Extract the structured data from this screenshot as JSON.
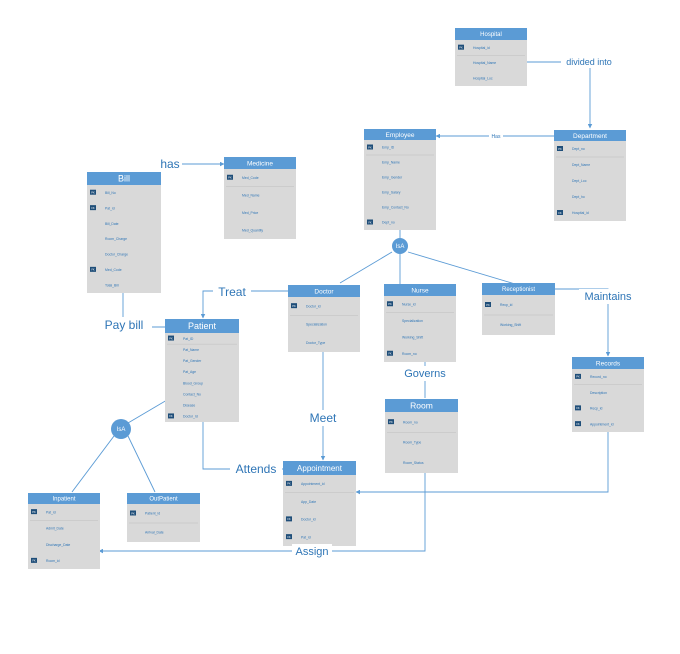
{
  "entities": [
    {
      "id": "hospital",
      "title": "Hospital",
      "attrs": [
        {
          "key": "PK",
          "text": "Hospital_id"
        },
        {
          "key": "",
          "text": "Hospital_Name"
        },
        {
          "key": "",
          "text": "Hospital_Loc"
        }
      ]
    },
    {
      "id": "department",
      "title": "Department",
      "attrs": [
        {
          "key": "PK",
          "text": "Dept_no"
        },
        {
          "key": "",
          "text": "Dept_Name"
        },
        {
          "key": "",
          "text": "Dept_Loc"
        },
        {
          "key": "",
          "text": "Dept_ho"
        },
        {
          "key": "FK",
          "text": "Hospital_id"
        }
      ]
    },
    {
      "id": "employee",
      "title": "Employee",
      "attrs": [
        {
          "key": "PK",
          "text": "Emp_ID"
        },
        {
          "key": "",
          "text": "Emp_Name"
        },
        {
          "key": "",
          "text": "Emp_Gender"
        },
        {
          "key": "",
          "text": "Emp_Salary"
        },
        {
          "key": "",
          "text": "Emp_Contact_No"
        },
        {
          "key": "FK",
          "text": "Dept_no"
        }
      ]
    },
    {
      "id": "bill",
      "title": "Bill",
      "attrs": [
        {
          "key": "PK",
          "text": "Bill_No"
        },
        {
          "key": "FK",
          "text": "Pat_id"
        },
        {
          "key": "",
          "text": "Bill_Date"
        },
        {
          "key": "",
          "text": "Room_Charge"
        },
        {
          "key": "",
          "text": "Doctor_Charge"
        },
        {
          "key": "FK",
          "text": "Med_Code"
        },
        {
          "key": "",
          "text": "Total_Bill"
        }
      ]
    },
    {
      "id": "medicine",
      "title": "Medicine",
      "attrs": [
        {
          "key": "PK",
          "text": "Med_Code"
        },
        {
          "key": "",
          "text": "Med_Name"
        },
        {
          "key": "",
          "text": "Med_Price"
        },
        {
          "key": "",
          "text": "Med_Quantity"
        }
      ]
    },
    {
      "id": "patient",
      "title": "Patient",
      "attrs": [
        {
          "key": "PK",
          "text": "Pat_ID"
        },
        {
          "key": "",
          "text": "Pat_Name"
        },
        {
          "key": "",
          "text": "Pat_Gender"
        },
        {
          "key": "",
          "text": "Pat_Age"
        },
        {
          "key": "",
          "text": "Blood_Group"
        },
        {
          "key": "",
          "text": "Contact_No"
        },
        {
          "key": "",
          "text": "Disease"
        },
        {
          "key": "FK",
          "text": "Doctor_Id"
        }
      ]
    },
    {
      "id": "doctor",
      "title": "Doctor",
      "attrs": [
        {
          "key": "PK",
          "text": "Doctor_id"
        },
        {
          "key": "",
          "text": "Specialization"
        },
        {
          "key": "",
          "text": "Doctor_Type"
        }
      ]
    },
    {
      "id": "nurse",
      "title": "Nurse",
      "attrs": [
        {
          "key": "PK",
          "text": "Nurse_id"
        },
        {
          "key": "",
          "text": "Specialization"
        },
        {
          "key": "",
          "text": "Working_Shift"
        },
        {
          "key": "FK",
          "text": "Room_no"
        }
      ]
    },
    {
      "id": "receptionist",
      "title": "Receptionist",
      "attrs": [
        {
          "key": "PK",
          "text": "Recp_id"
        },
        {
          "key": "",
          "text": "Working_Shift"
        }
      ]
    },
    {
      "id": "records",
      "title": "Records",
      "attrs": [
        {
          "key": "PK",
          "text": "Record_no"
        },
        {
          "key": "",
          "text": "Description"
        },
        {
          "key": "FK",
          "text": "Recp_id"
        },
        {
          "key": "FK",
          "text": "Appointment_id"
        }
      ]
    },
    {
      "id": "room",
      "title": "Room",
      "attrs": [
        {
          "key": "PK",
          "text": "Room_no"
        },
        {
          "key": "",
          "text": "Room_Type"
        },
        {
          "key": "",
          "text": "Room_Status"
        }
      ]
    },
    {
      "id": "appointment",
      "title": "Appointment",
      "attrs": [
        {
          "key": "PK",
          "text": "Appointment_id"
        },
        {
          "key": "",
          "text": "App_Date"
        },
        {
          "key": "FK",
          "text": "Doctor_id"
        },
        {
          "key": "FK",
          "text": "Pat_id"
        }
      ]
    },
    {
      "id": "inpatient",
      "title": "Inpatient",
      "attrs": [
        {
          "key": "PK",
          "text": "Pat_id"
        },
        {
          "key": "",
          "text": "Admit_Date"
        },
        {
          "key": "",
          "text": "Discharge_Date"
        },
        {
          "key": "FK",
          "text": "Room_id"
        }
      ]
    },
    {
      "id": "outpatient",
      "title": "OutPatient",
      "attrs": [
        {
          "key": "PK",
          "text": "Patient_id"
        },
        {
          "key": "",
          "text": "Arrival_Date"
        }
      ]
    }
  ],
  "relationships": {
    "divided_into": "divided into",
    "has_emp": "Has",
    "has_bill": "has",
    "treat": "Treat",
    "pay_bill": "Pay bill",
    "maintains": "Maintains",
    "governs": "Governs",
    "meet": "Meet",
    "attends": "Attends",
    "assign": "Assign"
  },
  "isa": {
    "employee": "IsA",
    "patient": "IsA"
  },
  "colors": {
    "header": "#5b9bd5",
    "body": "#d9d9d9",
    "line": "#5b9bd5",
    "key": "#1f4e79",
    "text": "#2e75b6"
  }
}
